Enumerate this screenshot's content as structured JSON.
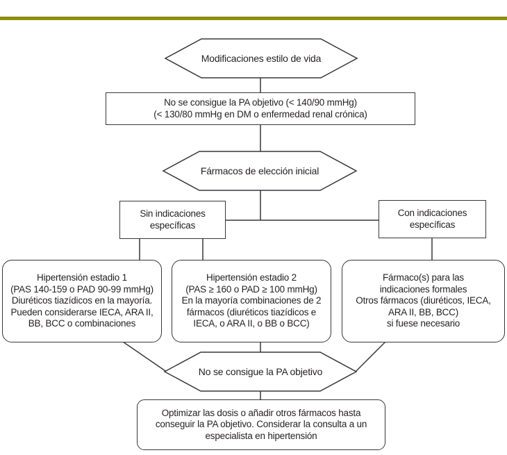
{
  "colors": {
    "top_rule": "#90900e",
    "line_stroke": "#39353a",
    "text": "#231f20",
    "node_fill": "#ffffff"
  },
  "nodes": {
    "lifestyle": "Modificaciones estilo de vida",
    "target_not_achieved_top": "No se consigue la PA objetivo (< 140/90 mmHg)\n(< 130/80 mmHg en DM o enfermedad renal crónica)",
    "initial_choice": "Fármacos de elección inicial",
    "without_indications": "Sin indicaciones\nespecíficas",
    "with_indications": "Con indicaciones\nespecíficas",
    "stage1": "Hipertensión estadio 1\n(PAS 140-159 o PAD 90-99 mmHg)\nDiuréticos tiazídicos en la mayoría.\nPueden considerarse IECA, ARA II,\nBB, BCC o combinaciones",
    "stage2": "Hipertensión estadio 2\n(PAS ≥ 160 o PAD ≥ 100 mmHg)\nEn la mayoría combinaciones de 2\nfármacos (diuréticos tiazídicos e\nIECA, o ARA II, o BB o BCC)",
    "formal_indications": "Fármaco(s) para las\nindicaciones formales\nOtros fármacos (diuréticos, IECA,\nARA II, BB, BCC)\nsi fuese necesario",
    "target_not_achieved_bottom": "No se consigue la PA objetivo",
    "optimize": "Optimizar las dosis o añadir otros fármacos hasta\nconseguir la PA objetivo. Considerar la consulta a un\nespecialista en hipertensión"
  }
}
